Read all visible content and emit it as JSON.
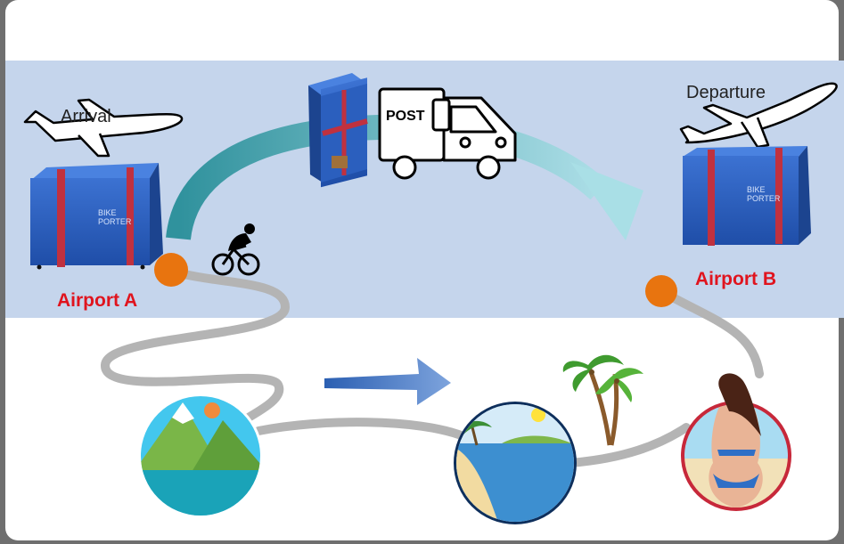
{
  "labels": {
    "arrival": "Arrival",
    "departure": "Departure",
    "airport_a": "Airport A",
    "airport_b": "Airport B",
    "post": "POST",
    "brand_line1": "BIKE",
    "brand_line2": "PORTER"
  },
  "colors": {
    "band": "#c5d5ec",
    "frame": "#6f6f6f",
    "airport_dot": "#e8740f",
    "airport_label": "#e0141e",
    "route": "#b4b4b4",
    "bag_blue": "#2f62c2",
    "flow_arrow": "#1f8a94",
    "travel_arrow": "#3d6fc0"
  },
  "icons": {
    "arrival_plane": "airplane-icon",
    "departure_plane": "airplane-icon",
    "truck": "delivery-truck-icon",
    "cyclist": "cyclist-icon",
    "mountain": "mountain-lake-icon",
    "beach": "beach-island-icon",
    "palms": "palm-trees-icon",
    "beach_person": "beach-person-icon"
  }
}
